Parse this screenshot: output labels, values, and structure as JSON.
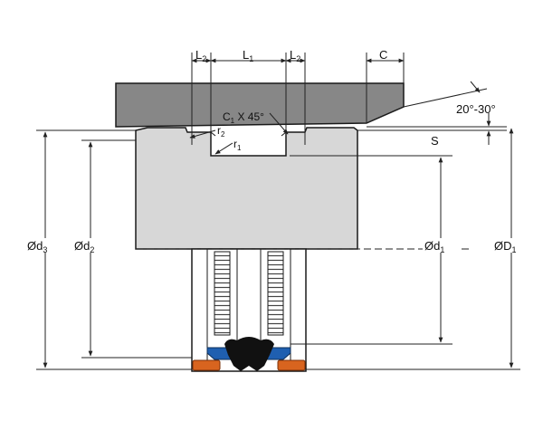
{
  "labels": {
    "L2_left": {
      "main": "L",
      "sub": "2"
    },
    "L1": {
      "main": "L",
      "sub": "1"
    },
    "L2_right": {
      "main": "L",
      "sub": "2"
    },
    "C": "C",
    "angle": "20°-30°",
    "S": "S",
    "chamfer": {
      "prefix": "C",
      "sub": "1",
      "suffix": " X 45°"
    },
    "r2": {
      "main": "r",
      "sub": "2"
    },
    "r1": {
      "main": "r",
      "sub": "1"
    },
    "d3": {
      "main": "Ød",
      "sub": "3"
    },
    "d2": {
      "main": "Ød",
      "sub": "2"
    },
    "d1": {
      "main": "Ød",
      "sub": "1"
    },
    "D1": {
      "main": "ØD",
      "sub": "1"
    }
  },
  "colors": {
    "housing": "#878787",
    "piston": "#d7d7d7",
    "outline": "#1a1a1a",
    "seal": "#111111",
    "ring_blue": "#1f5fb0",
    "ring_orange": "#d8641f",
    "dim_line": "#222222"
  }
}
